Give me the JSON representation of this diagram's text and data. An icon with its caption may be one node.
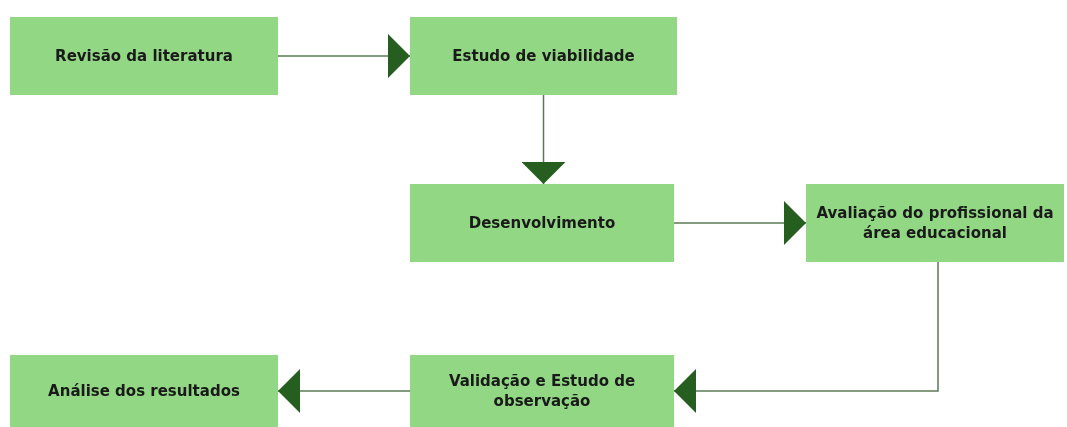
{
  "diagram": {
    "nodes": [
      {
        "text": [
          "Revisão da literatura"
        ]
      },
      {
        "text": [
          "Estudo de viabilidade"
        ]
      },
      {
        "text": [
          "Desenvolvimento"
        ]
      },
      {
        "text": [
          "Avaliação do profissional da área educacional"
        ]
      },
      {
        "text": [
          "Validação e Estudo de observação"
        ]
      },
      {
        "text": [
          "Análise dos resultados"
        ]
      }
    ],
    "edges": [
      {
        "from": 0,
        "to": 1,
        "arrow": "to"
      },
      {
        "from": 1,
        "to": 2,
        "arrow": "to"
      },
      {
        "from": 2,
        "to": 3,
        "arrow": "to"
      },
      {
        "from": 3,
        "to": 4,
        "arrow": "to"
      },
      {
        "from": 4,
        "to": 5,
        "arrow": "to"
      }
    ]
  }
}
